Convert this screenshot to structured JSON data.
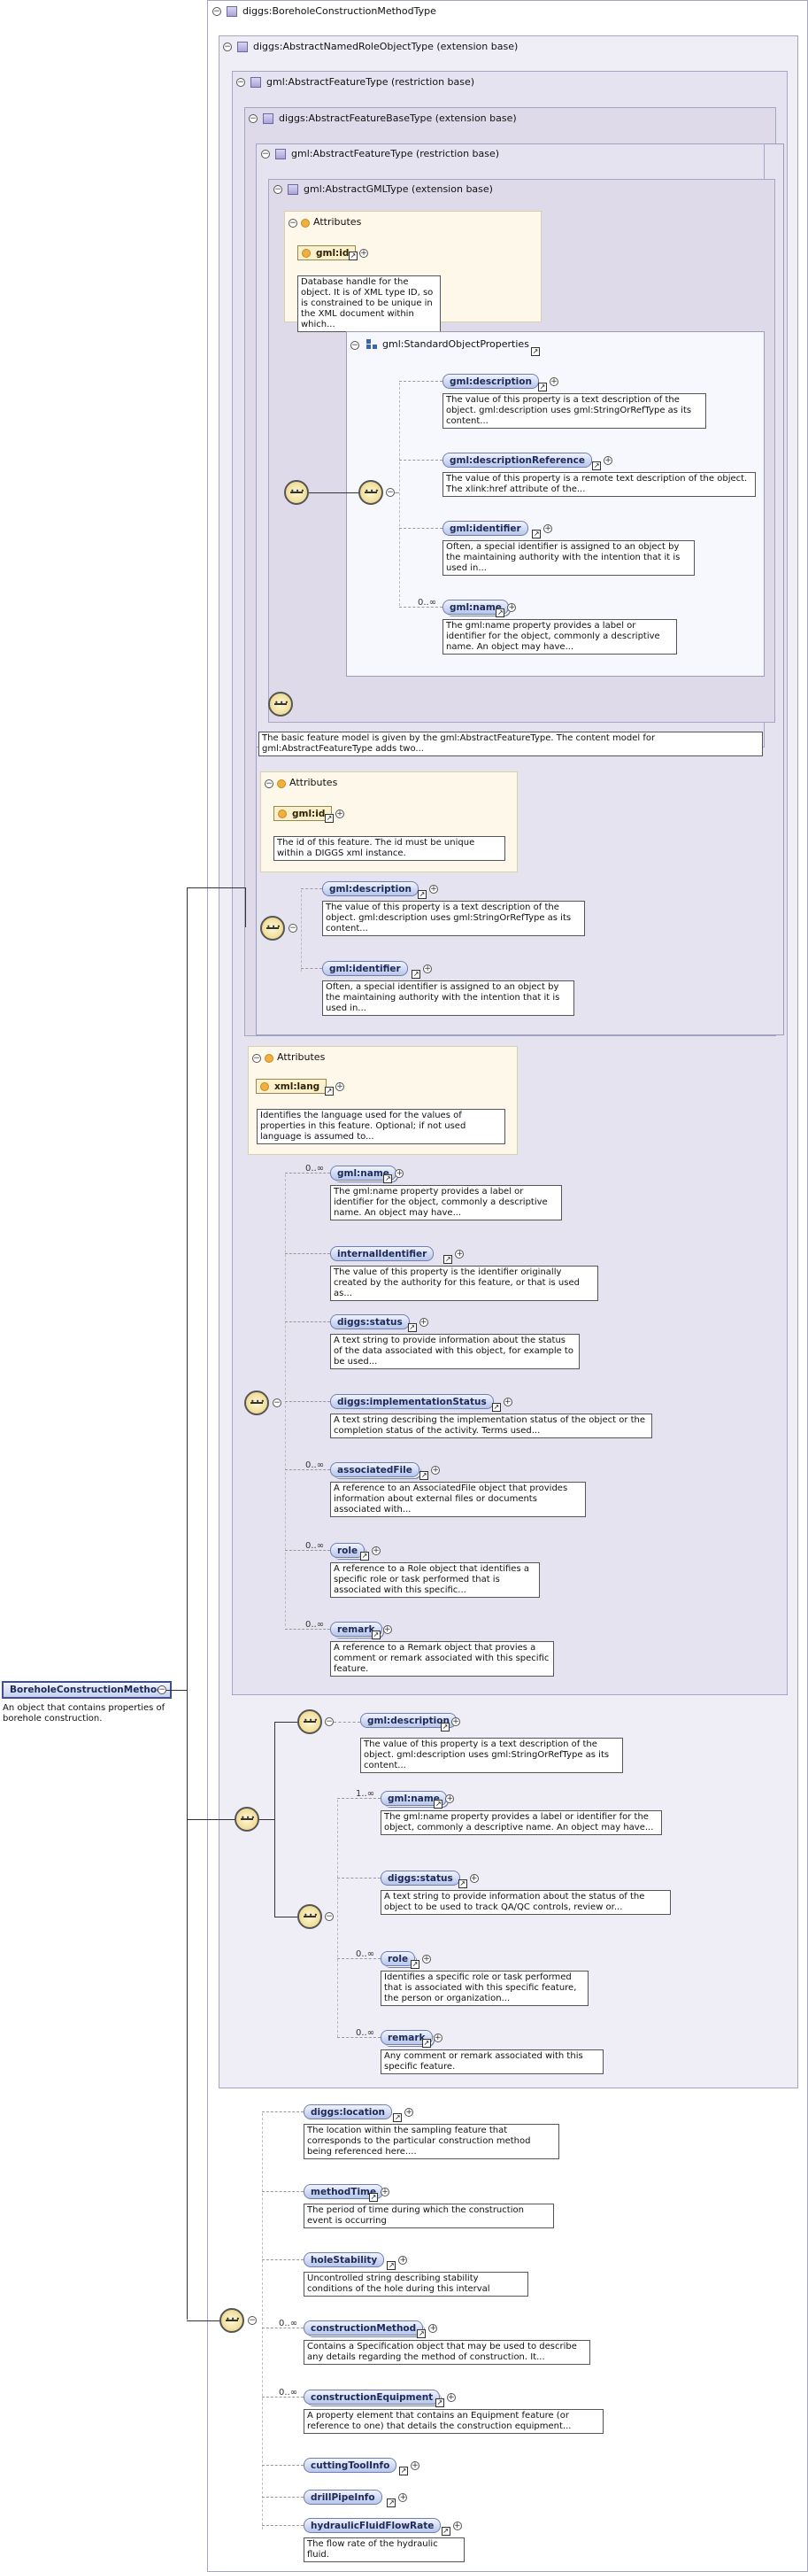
{
  "root": {
    "name": "BoreholeConstructionMethod",
    "description": "An object that contains properties of borehole construction."
  },
  "type_title": "diggs:BoreholeConstructionMethodType",
  "panels": {
    "abstract_named_role": "diggs:AbstractNamedRoleObjectType (extension base)",
    "abstract_feature_restriction": "gml:AbstractFeatureType (restriction base)",
    "abstract_feature_base": "diggs:AbstractFeatureBaseType (extension base)",
    "gml_abstract_feature": "gml:AbstractFeatureType (restriction base)",
    "gml_abstract_gml": "gml:AbstractGMLType (extension base)",
    "standard_object_properties": "gml:StandardObjectProperties"
  },
  "attributes_label": "Attributes",
  "gml_attrs": {
    "id_name": "gml:id",
    "id_desc": "Database handle for the object. It is of XML type ID, so is constrained to be unique in the XML document within which..."
  },
  "standard_props": [
    {
      "name": "gml:description",
      "desc": "The value of this property is a text description of the object. gml:description uses gml:StringOrRefType as its content...",
      "card": ""
    },
    {
      "name": "gml:descriptionReference",
      "desc": "The value of this property is a remote text description of the object. The xlink:href attribute of the...",
      "card": ""
    },
    {
      "name": "gml:identifier",
      "desc": "Often, a special identifier is assigned to an object by the maintaining authority with the intention that it is used in...",
      "card": ""
    },
    {
      "name": "gml:name",
      "desc": "The gml:name property provides a label or identifier for the object, commonly a descriptive name. An object may have...",
      "card": "0..∞"
    }
  ],
  "feature_model_desc": "The basic feature model is given by the gml:AbstractFeatureType. The content model for gml:AbstractFeatureType adds two...",
  "feature_attrs": {
    "id_name": "gml:id",
    "id_desc": "The id of this feature. The id must be unique within a DIGGS xml instance."
  },
  "feature_props": [
    {
      "name": "gml:description",
      "desc": "The value of this property is a text description of the object. gml:description uses gml:StringOrRefType as its content..."
    },
    {
      "name": "gml:identifier",
      "desc": "Often, a special identifier is assigned to an object by the maintaining authority with the intention that it is used in..."
    }
  ],
  "base_attrs": {
    "lang_name": "xml:lang",
    "lang_desc": "Identifies the language used for the values of properties in this feature. Optional; if not used language is assumed to..."
  },
  "base_props": [
    {
      "name": "gml:name",
      "desc": "The gml:name property provides a label or identifier for the object, commonly a descriptive name. An object may have...",
      "card": "0..∞"
    },
    {
      "name": "internalIdentifier",
      "desc": "The value of this property is the identifier originally created by the authority for this feature, or that is used as...",
      "card": ""
    },
    {
      "name": "diggs:status",
      "desc": "A text string to provide information about the status of the data associated with this object, for example to be used...",
      "card": ""
    },
    {
      "name": "diggs:implementationStatus",
      "desc": "A text string describing the implementation status of the object or the completion status of the activity. Terms used...",
      "card": ""
    },
    {
      "name": "associatedFile",
      "desc": "A reference to an AssociatedFile object that provides information about external files or documents associated with...",
      "card": "0..∞"
    },
    {
      "name": "role",
      "desc": "A reference to a Role object that identifies a specific role or task performed that is associated with this specific...",
      "card": "0..∞"
    },
    {
      "name": "remark",
      "desc": "A reference to a Remark object that provies a comment or remark associated with this specific feature.",
      "card": "0..∞"
    }
  ],
  "named_role_props": {
    "description": {
      "name": "gml:description",
      "desc": "The value of this property is a text description of the object. gml:description uses gml:StringOrRefType as its content..."
    },
    "choice": [
      {
        "name": "gml:name",
        "desc": "The gml:name property provides a label or identifier for the object, commonly a descriptive name. An object may have...",
        "card": "1..∞"
      },
      {
        "name": "diggs:status",
        "desc": "A text string to provide information about the status of the object to be used to track QA/QC controls, review or...",
        "card": ""
      },
      {
        "name": "role",
        "desc": "Identifies a specific role or task performed that is associated with this specific feature, the person or organization...",
        "card": "0..∞"
      },
      {
        "name": "remark",
        "desc": "Any comment or remark associated with this specific feature.",
        "card": "0..∞"
      }
    ]
  },
  "method_props": [
    {
      "name": "diggs:location",
      "desc": "The location within the sampling feature that corresponds to the particular construction method being referenced here....",
      "card": ""
    },
    {
      "name": "methodTime",
      "desc": "The period of time during which the construction event is occurring",
      "card": ""
    },
    {
      "name": "holeStability",
      "desc": "Uncontrolled string describing stability conditions of the hole during this interval",
      "card": ""
    },
    {
      "name": "constructionMethod",
      "desc": "Contains a Specification object that may be used to describe any details regarding the method of construction. It...",
      "card": "0..∞"
    },
    {
      "name": "constructionEquipment",
      "desc": "A property element that contains an Equipment feature (or reference to one) that details the construction equipment...",
      "card": "0..∞"
    },
    {
      "name": "cuttingToolInfo",
      "desc": "",
      "card": ""
    },
    {
      "name": "drillPipeInfo",
      "desc": "",
      "card": ""
    },
    {
      "name": "hydraulicFluidFlowRate",
      "desc": "The flow rate of the hydraulic fluid.",
      "card": ""
    }
  ],
  "colors": {
    "panel_border": "#a6a6c4",
    "pill_top": "#f1f4fd",
    "pill_bottom": "#b7c5ea",
    "attr_bg": "#fdf8ea"
  }
}
